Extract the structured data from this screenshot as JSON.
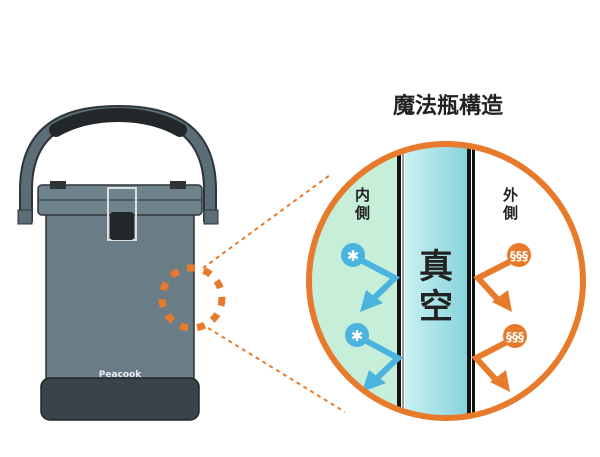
{
  "title": "魔法瓶構造",
  "inner_label": "内側",
  "outer_label": "外側",
  "vacuum_label": [
    "真",
    "空"
  ],
  "brand": "Peacook",
  "icons": {
    "cold": "snowflake-icon",
    "hot": "steam-icon"
  },
  "colors": {
    "orange": "#e87a2c",
    "blue": "#4ab3de",
    "mint": "#c6eed9",
    "vacuum": "#a9e2e6",
    "pot": "#6a7d86",
    "dark": "#2e3438"
  }
}
